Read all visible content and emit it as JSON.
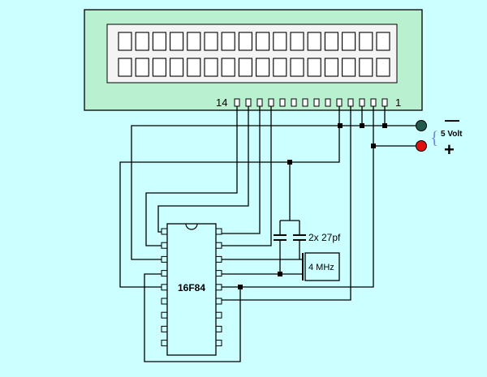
{
  "lcd": {
    "rows": 2,
    "chars_per_row": 16,
    "pin_label_left": "14",
    "pin_label_right": "1",
    "pin_count": 14,
    "bezel_color": "#B8F0D0",
    "cell_fill": "#FFFFFF"
  },
  "ic": {
    "label": "16F84",
    "pins_per_side": 9
  },
  "components": {
    "capacitors_label": "2x 27pf",
    "crystal_label": "4 MHz"
  },
  "power": {
    "supply_label": "5 Volt",
    "brace": "{",
    "minus_symbol": "—",
    "plus_symbol": "+",
    "negative_terminal_color": "#1E5A4E",
    "positive_terminal_color": "#E01010"
  },
  "colors": {
    "background": "#CCFFFF",
    "brace": "#7A8AE0"
  }
}
